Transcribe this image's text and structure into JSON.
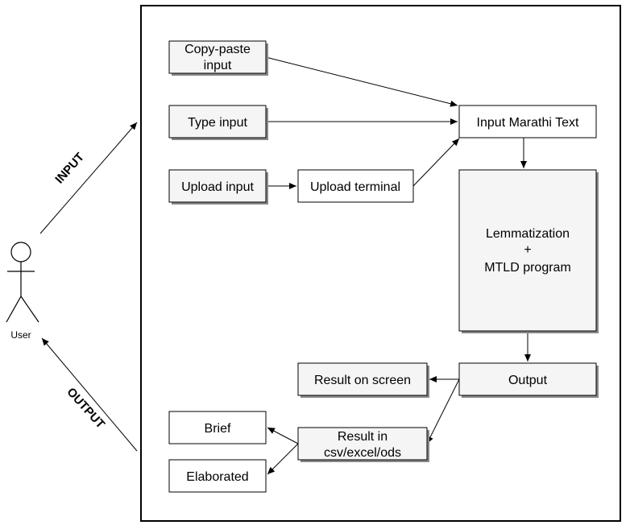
{
  "actor": {
    "label": "User"
  },
  "edge_labels": {
    "input": "INPUT",
    "output": "OUTPUT"
  },
  "nodes": {
    "copy_paste": {
      "lines": [
        "Copy-paste",
        "input"
      ]
    },
    "type_input": {
      "lines": [
        "Type input"
      ]
    },
    "upload_input": {
      "lines": [
        "Upload input"
      ]
    },
    "upload_terminal": {
      "lines": [
        "Upload terminal"
      ]
    },
    "input_marathi": {
      "lines": [
        "Input Marathi Text"
      ]
    },
    "lemmatization": {
      "lines": [
        "Lemmatization",
        "+",
        "MTLD program"
      ]
    },
    "output": {
      "lines": [
        "Output"
      ]
    },
    "result_screen": {
      "lines": [
        "Result on screen"
      ]
    },
    "result_csv": {
      "lines": [
        "Result in",
        "csv/excel/ods"
      ]
    },
    "brief": {
      "lines": [
        "Brief"
      ]
    },
    "elaborated": {
      "lines": [
        "Elaborated"
      ]
    }
  },
  "colors": {
    "grey_fill": "#f5f5f5",
    "white_fill": "#ffffff",
    "stroke": "#000000",
    "shadow": "#888888"
  }
}
